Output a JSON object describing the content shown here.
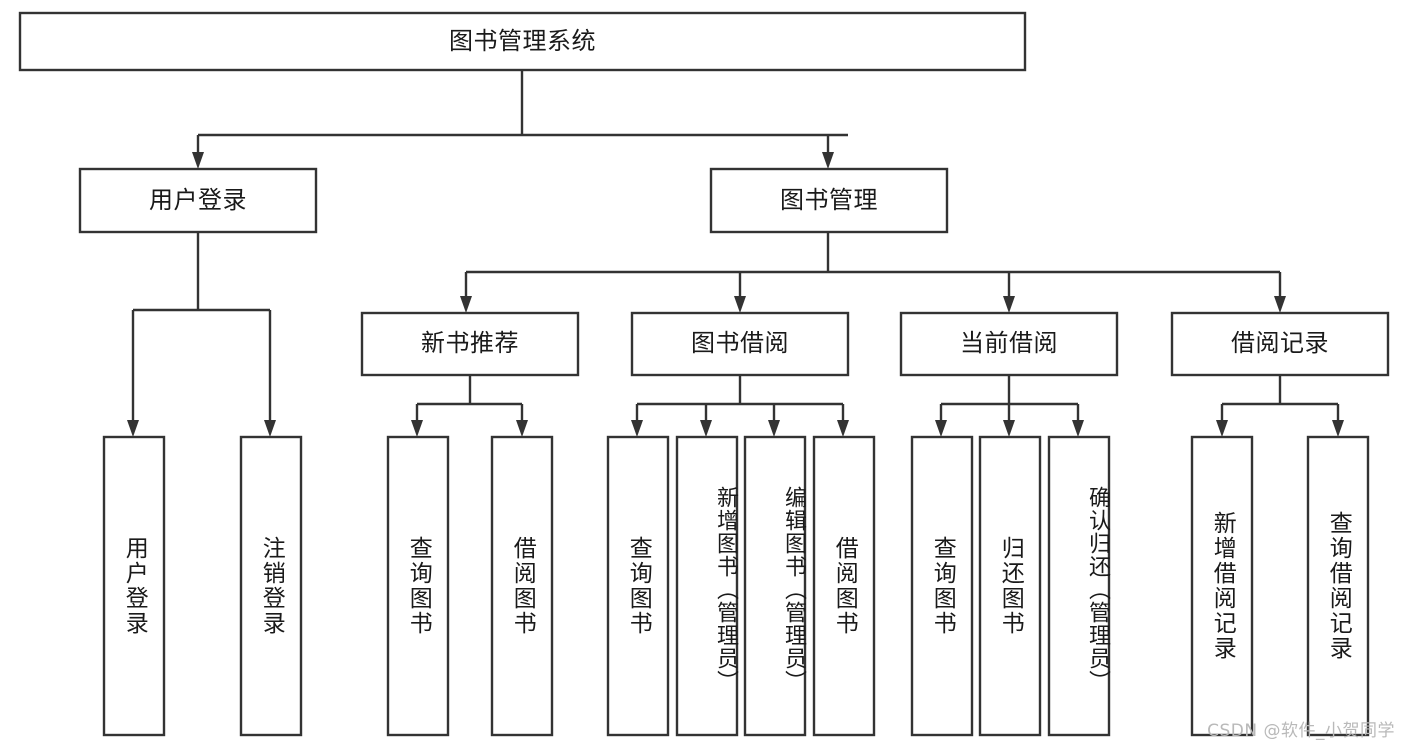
{
  "diagram": {
    "type": "tree-hierarchy",
    "title": "图书管理系统",
    "orientation": "top-down",
    "colors": {
      "box_stroke": "#333333",
      "box_fill": "#ffffff",
      "text": "#1a1a1a",
      "background": "#ffffff",
      "watermark": "#b9b9b9"
    },
    "root": {
      "id": "root",
      "label": "图书管理系统"
    },
    "level1": [
      {
        "id": "user-login",
        "label": "用户登录"
      },
      {
        "id": "book-manage",
        "label": "图书管理"
      }
    ],
    "level2": [
      {
        "id": "new-book-recommend",
        "label": "新书推荐",
        "parent": "book-manage"
      },
      {
        "id": "book-borrow",
        "label": "图书借阅",
        "parent": "book-manage"
      },
      {
        "id": "current-borrow",
        "label": "当前借阅",
        "parent": "book-manage"
      },
      {
        "id": "borrow-record",
        "label": "借阅记录",
        "parent": "book-manage"
      }
    ],
    "leaves": [
      {
        "id": "leaf-user-login",
        "label": "用户登录",
        "parent": "user-login"
      },
      {
        "id": "leaf-user-logout",
        "label": "注销登录",
        "parent": "user-login"
      },
      {
        "id": "leaf-query-book-1",
        "label": "查询图书",
        "parent": "new-book-recommend"
      },
      {
        "id": "leaf-borrow-book-1",
        "label": "借阅图书",
        "parent": "new-book-recommend"
      },
      {
        "id": "leaf-query-book-2",
        "label": "查询图书",
        "parent": "book-borrow"
      },
      {
        "id": "leaf-add-book",
        "label": "新增图书（管理员）",
        "parent": "book-borrow"
      },
      {
        "id": "leaf-edit-book",
        "label": "编辑图书（管理员）",
        "parent": "book-borrow"
      },
      {
        "id": "leaf-borrow-book-2",
        "label": "借阅图书",
        "parent": "book-borrow"
      },
      {
        "id": "leaf-query-book-3",
        "label": "查询图书",
        "parent": "current-borrow"
      },
      {
        "id": "leaf-return-book",
        "label": "归还图书",
        "parent": "current-borrow"
      },
      {
        "id": "leaf-confirm-return",
        "label": "确认归还（管理员）",
        "parent": "current-borrow"
      },
      {
        "id": "leaf-add-record",
        "label": "新增借阅记录",
        "parent": "borrow-record"
      },
      {
        "id": "leaf-query-record",
        "label": "查询借阅记录",
        "parent": "borrow-record"
      }
    ]
  },
  "watermark": {
    "text": "CSDN @软件_小贺同学"
  }
}
